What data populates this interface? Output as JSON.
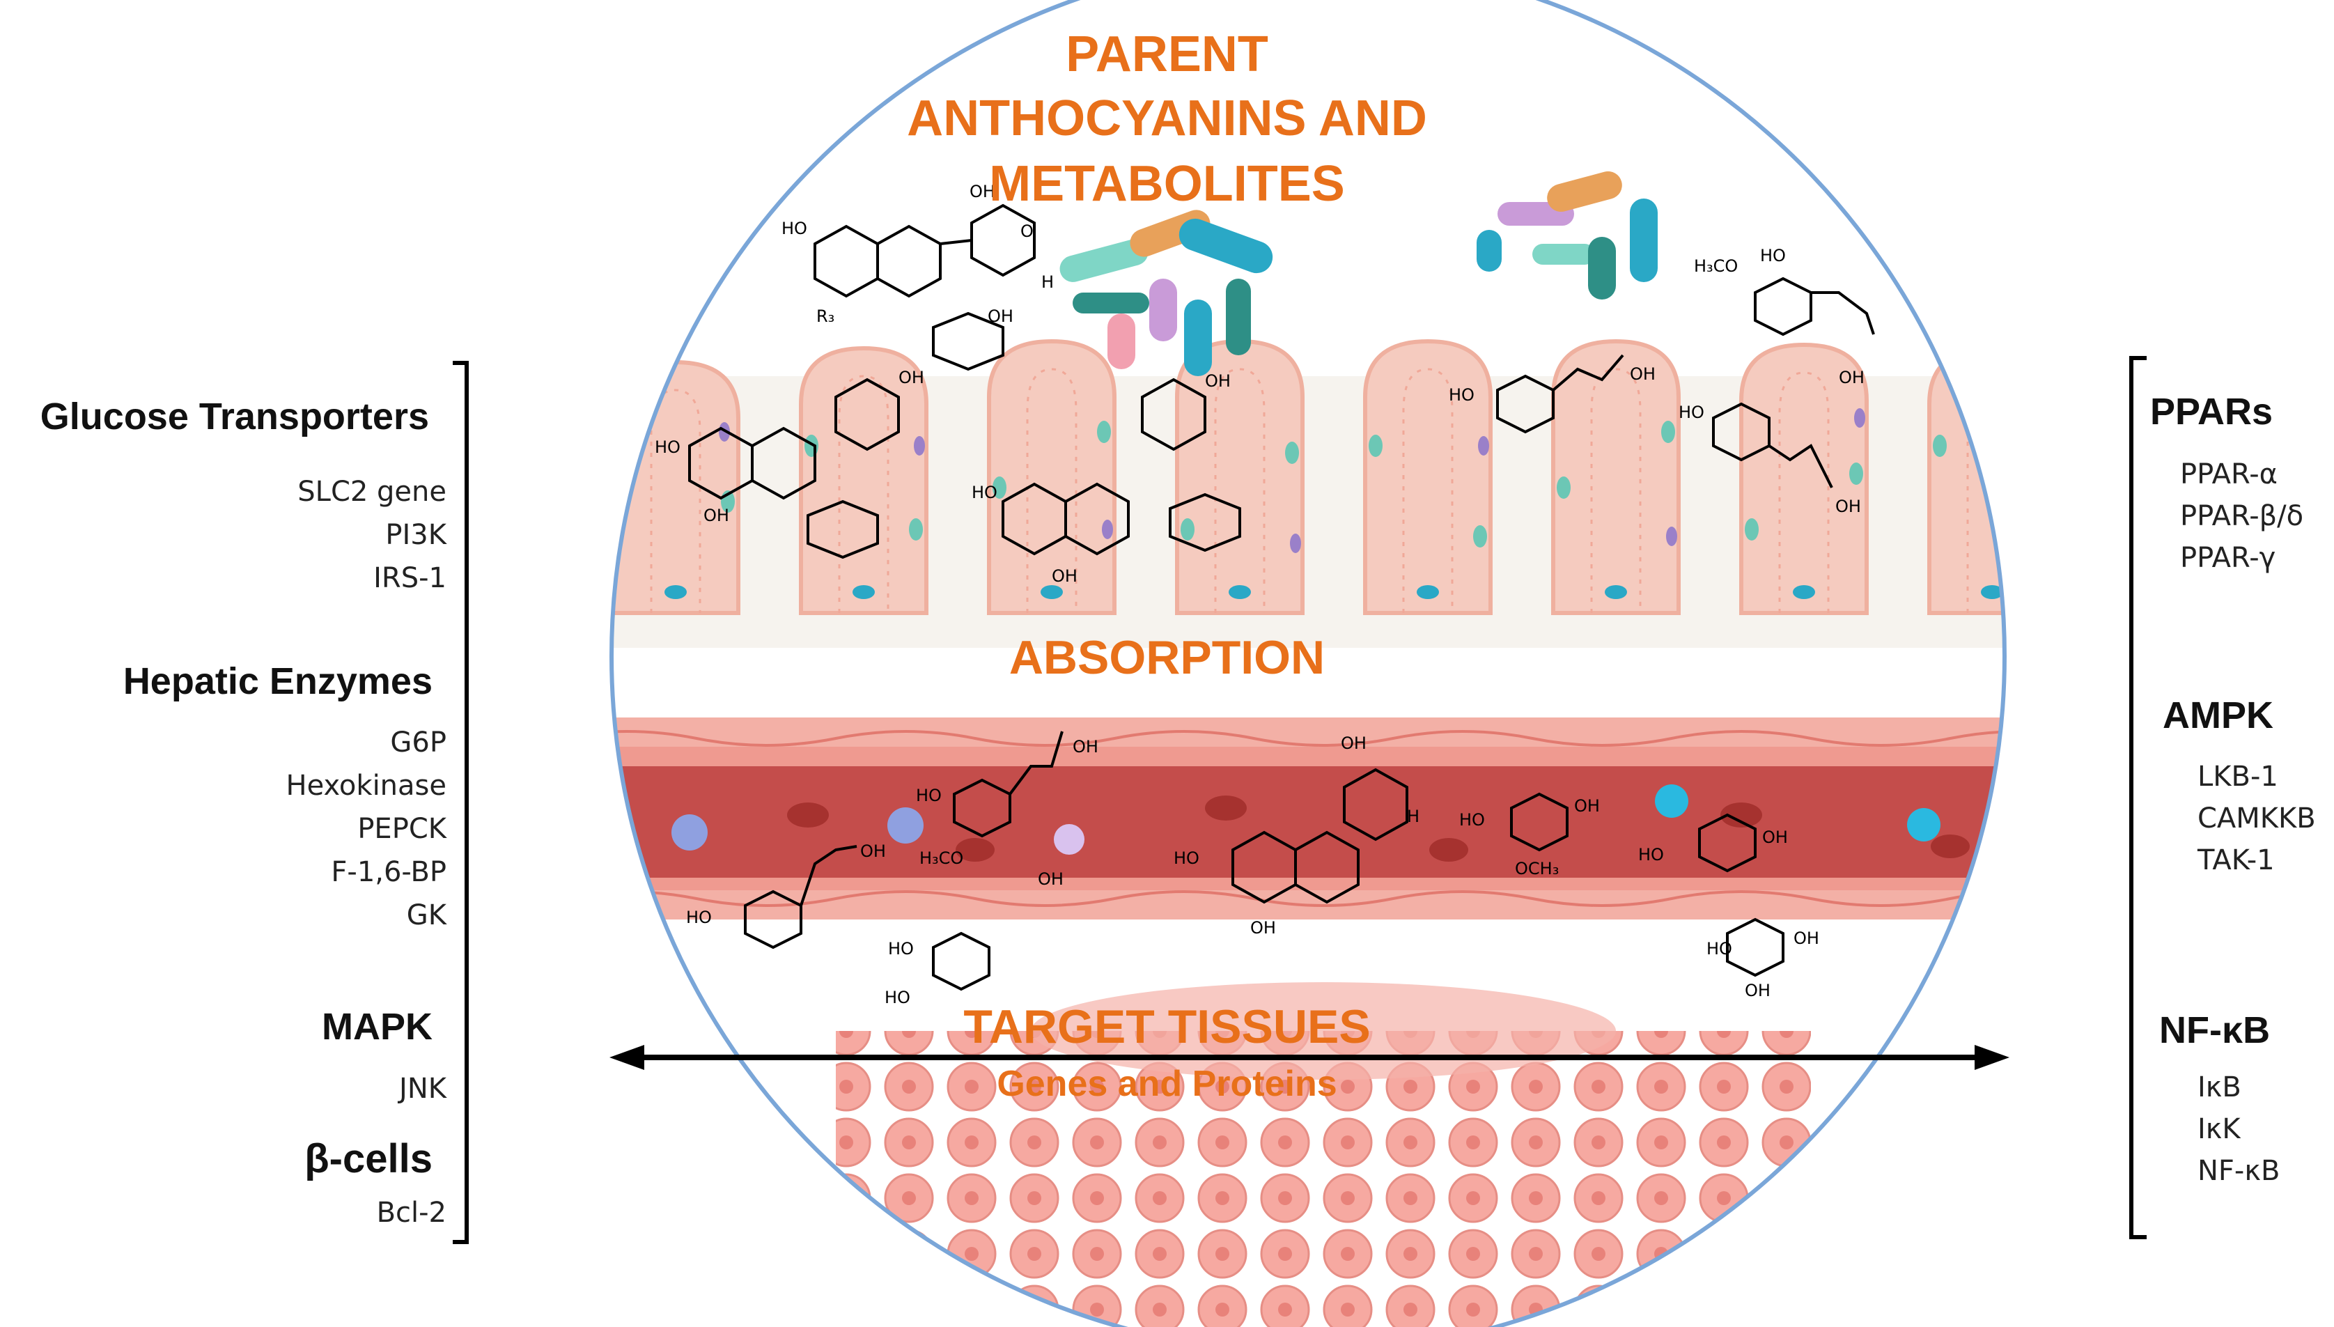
{
  "title_lines": [
    "PARENT",
    "ANTHOCYANINS AND",
    "METABOLITES"
  ],
  "absorption_label": "ABSORPTION",
  "target_label": "TARGET TISSUES",
  "target_sublabel": "Genes and Proteins",
  "colors": {
    "accent_orange": "#e8701a",
    "circle_border": "#7aa6d8",
    "villi": "#f5cbbf",
    "vessel": "#c9504e",
    "tissue": "#f08c84"
  },
  "left_groups": [
    {
      "heading": "Glucose Transporters",
      "items": [
        "SLC2 gene",
        "PI3K",
        "IRS-1"
      ]
    },
    {
      "heading": "Hepatic Enzymes",
      "items": [
        "G6P",
        "Hexokinase",
        "PEPCK",
        "F-1,6-BP",
        "GK"
      ]
    },
    {
      "heading": "MAPK",
      "items": [
        "JNK"
      ]
    },
    {
      "heading": "β-cells",
      "items": [
        "Bcl-2"
      ]
    }
  ],
  "right_groups": [
    {
      "heading": "PPARs",
      "items": [
        "PPAR-α",
        "PPAR-β/δ",
        "PPAR-γ"
      ]
    },
    {
      "heading": "AMPK",
      "items": [
        "LKB-1",
        "CAMKKB",
        "TAK-1"
      ]
    },
    {
      "heading": "NF-κB",
      "items": [
        "IκB",
        "IκK",
        "NF-κB"
      ]
    }
  ],
  "chem_labels": {
    "oh": "OH",
    "ho": "HO",
    "o": "O",
    "h": "H",
    "r3": "R₃",
    "h3co": "H₃CO",
    "och3": "OCH₃"
  }
}
